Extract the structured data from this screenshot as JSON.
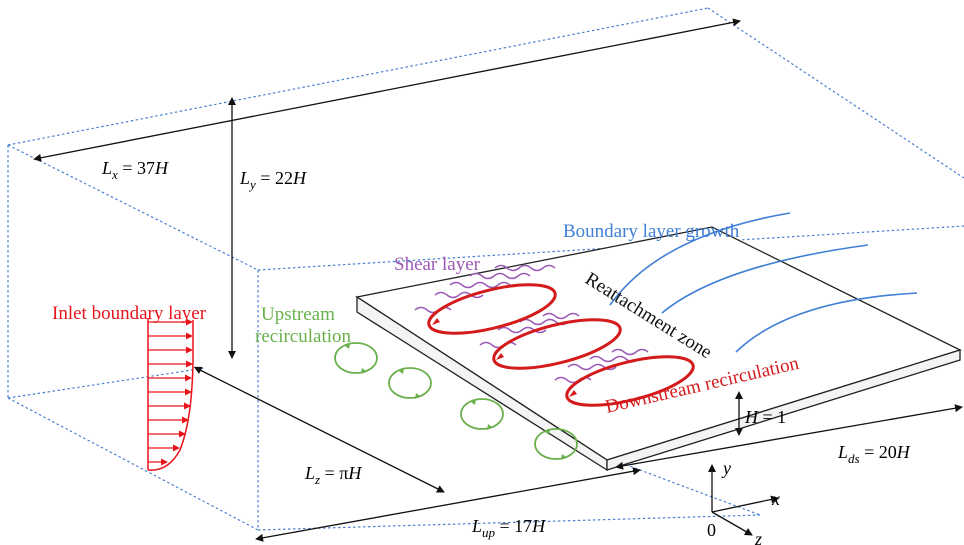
{
  "labels": {
    "inlet_boundary_layer": "Inlet boundary layer",
    "upstream_recirculation_line1": "Upstream",
    "upstream_recirculation_line2": "recirculation",
    "shear_layer": "Shear layer",
    "boundary_layer_growth": "Boundary layer growth",
    "reattachment_zone": "Reattachment zone",
    "downstream_recirculation": "Downstream recirculation"
  },
  "dimensions": {
    "lx_sym": "L",
    "lx_sub": "x",
    "lx_val": " = 37",
    "lx_unit": "H",
    "ly_sym": "L",
    "ly_sub": "y",
    "ly_val": " = 22",
    "ly_unit": "H",
    "lz_sym": "L",
    "lz_sub": "z",
    "lz_val": " = π",
    "lz_unit": "H",
    "lup_sym": "L",
    "lup_sub": "up",
    "lup_val": " = 17",
    "lup_unit": "H",
    "lds_sym": "L",
    "lds_sub": "ds",
    "lds_val": " = 20",
    "lds_unit": "H",
    "h_sym": "H",
    "h_val": " = 1"
  },
  "axes": {
    "origin": "0",
    "x": "x",
    "y": "y",
    "z": "z"
  },
  "colors": {
    "inlet": "#e8141b",
    "upstream": "#6ab04c",
    "shear": "#9b59b6",
    "recirculation": "#d41a1a",
    "growth": "#3f7fd6",
    "domain": "#4a7fd0"
  }
}
